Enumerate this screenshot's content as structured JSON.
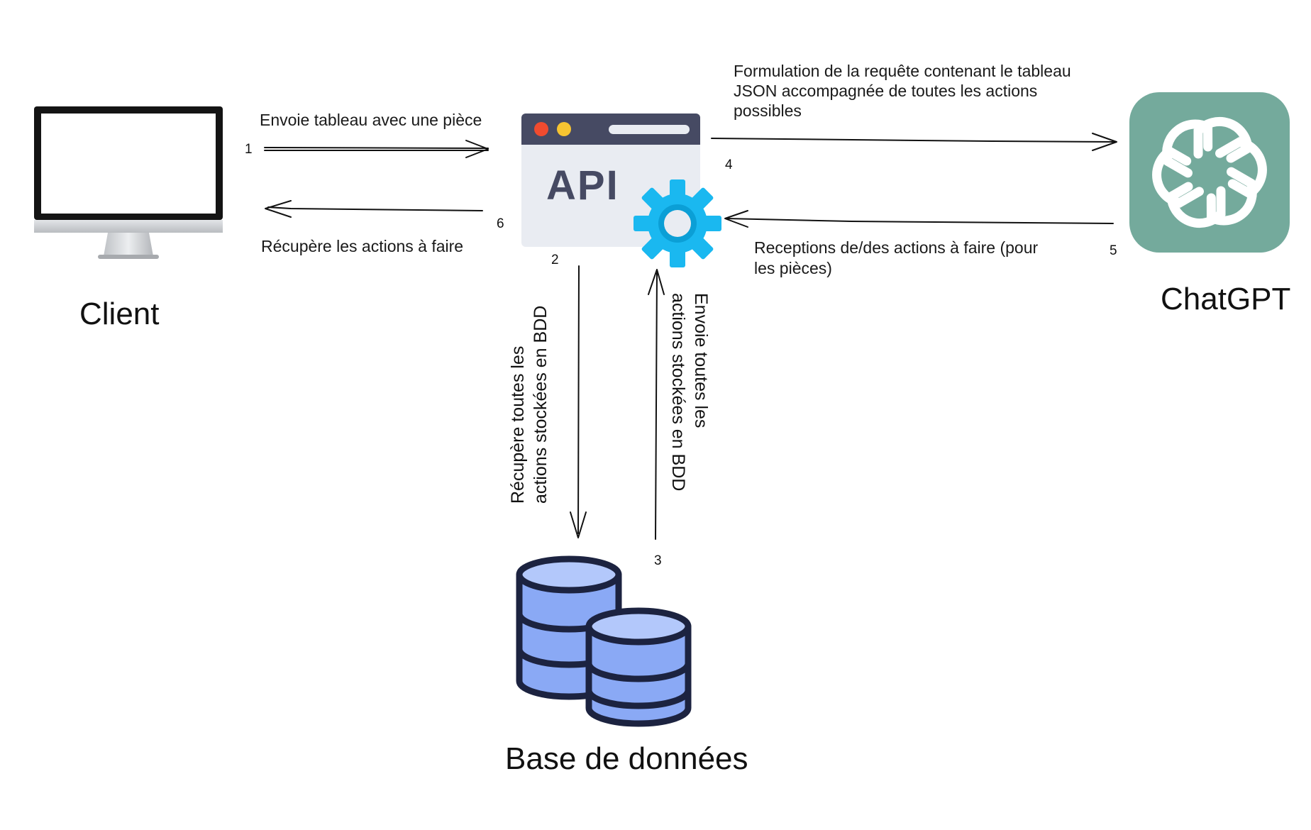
{
  "nodes": {
    "client": {
      "label": "Client"
    },
    "api": {
      "label": "API"
    },
    "chatgpt": {
      "label": "ChatGPT",
      "color": "#74aa9c"
    },
    "database": {
      "label": "Base de données",
      "color": "#8aa9f5"
    }
  },
  "steps": [
    {
      "number": "1",
      "text": "Envoie tableau avec une pièce"
    },
    {
      "number": "2",
      "lines": [
        "Récupère toutes les",
        "actions stockées en BDD"
      ]
    },
    {
      "number": "3",
      "lines": [
        "Envoie toutes les",
        "actions stockées en BDD"
      ]
    },
    {
      "number": "4",
      "lines": [
        "Formulation de la requête contenant le tableau",
        "JSON accompagnée de toutes les actions",
        "possibles"
      ]
    },
    {
      "number": "5",
      "lines": [
        "Receptions de/des actions à faire (pour",
        "les pièces)"
      ]
    },
    {
      "number": "6",
      "text": "Récupère les actions à faire"
    }
  ],
  "colors": {
    "api_header": "#464a63",
    "api_body": "#e9ecf2",
    "gear": "#1ab8f0",
    "dot_red": "#f04b2f",
    "dot_yellow": "#f6c431"
  }
}
